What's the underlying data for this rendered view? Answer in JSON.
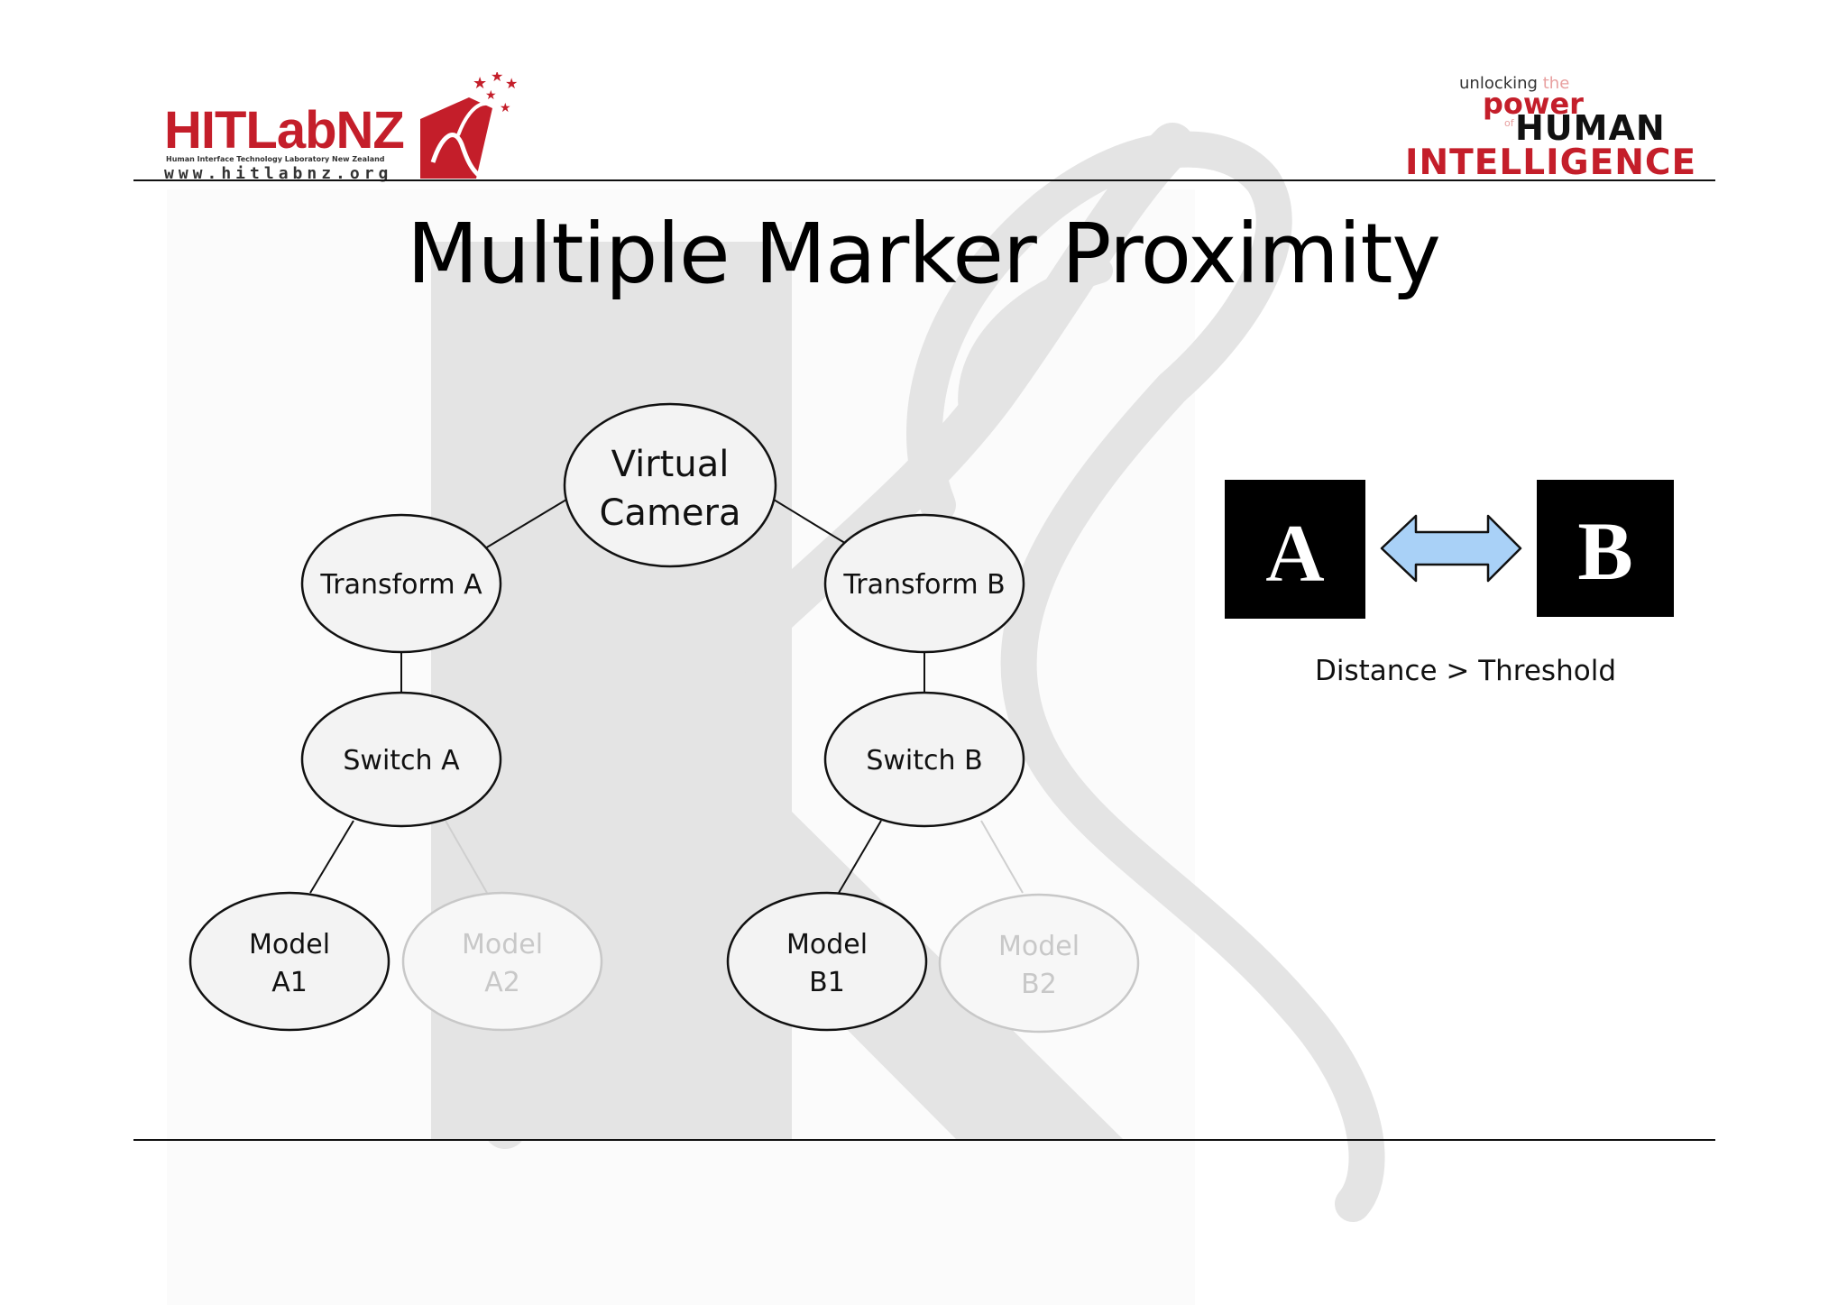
{
  "title": "Multiple Marker Proximity",
  "logos": {
    "left": {
      "brand_dark": "HITLab",
      "brand_red": "NZ",
      "subtitle": "Human Interface Technology Laboratory New Zealand",
      "url": "www.hitlabnz.org"
    },
    "right": {
      "line1": "unlocking",
      "line1b": "the",
      "line2": "power",
      "line2b": "of",
      "line3": "HUMAN",
      "line4": "INTELLIGENCE"
    }
  },
  "nodes": {
    "camera": {
      "line1": "Virtual",
      "line2": "Camera"
    },
    "transform_a": "Transform A",
    "transform_b": "Transform B",
    "switch_a": "Switch A",
    "switch_b": "Switch B",
    "model_a1": {
      "line1": "Model",
      "line2": "A1"
    },
    "model_a2": {
      "line1": "Model",
      "line2": "A2"
    },
    "model_b1": {
      "line1": "Model",
      "line2": "B1"
    },
    "model_b2": {
      "line1": "Model",
      "line2": "B2"
    }
  },
  "markers": {
    "left_letter": "A",
    "right_letter": "B",
    "caption": "Distance > Threshold",
    "arrow_color": "#a9d1f7"
  },
  "colors": {
    "brand_red": "#c41e2a",
    "inactive_gray": "#c8c8c8",
    "node_fill": "#f3f3f3"
  }
}
